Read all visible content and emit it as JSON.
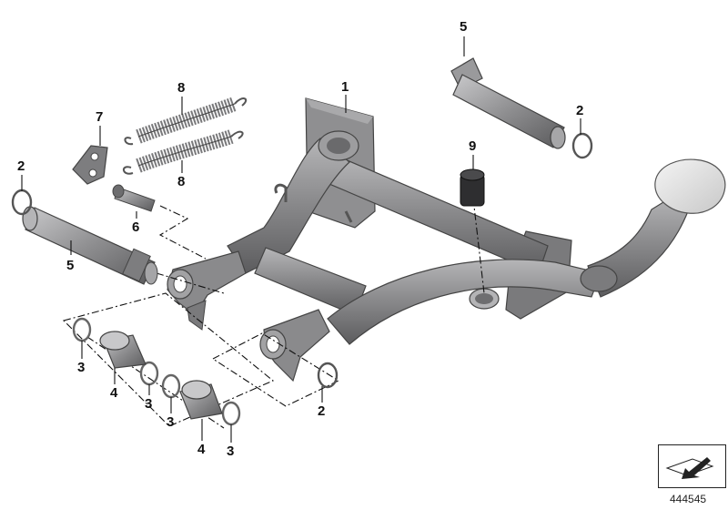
{
  "callouts": {
    "c1": "1",
    "c2a": "2",
    "c2b": "2",
    "c2c": "2",
    "c3a": "3",
    "c3b": "3",
    "c3c": "3",
    "c3d": "3",
    "c4a": "4",
    "c4b": "4",
    "c5a": "5",
    "c5b": "5",
    "c6": "6",
    "c7": "7",
    "c8a": "8",
    "c8b": "8",
    "c9": "9"
  },
  "reference_number": "444545",
  "icons": {
    "navigation": "exploded-view-arrow-icon"
  },
  "colors": {
    "metal": "#8a8a8c",
    "metal_dark": "#5e5e60",
    "metal_light": "#b4b4b6",
    "rubber": "#2e2e30",
    "pedal_pad": "#e6e6e6",
    "line": "#111111"
  }
}
